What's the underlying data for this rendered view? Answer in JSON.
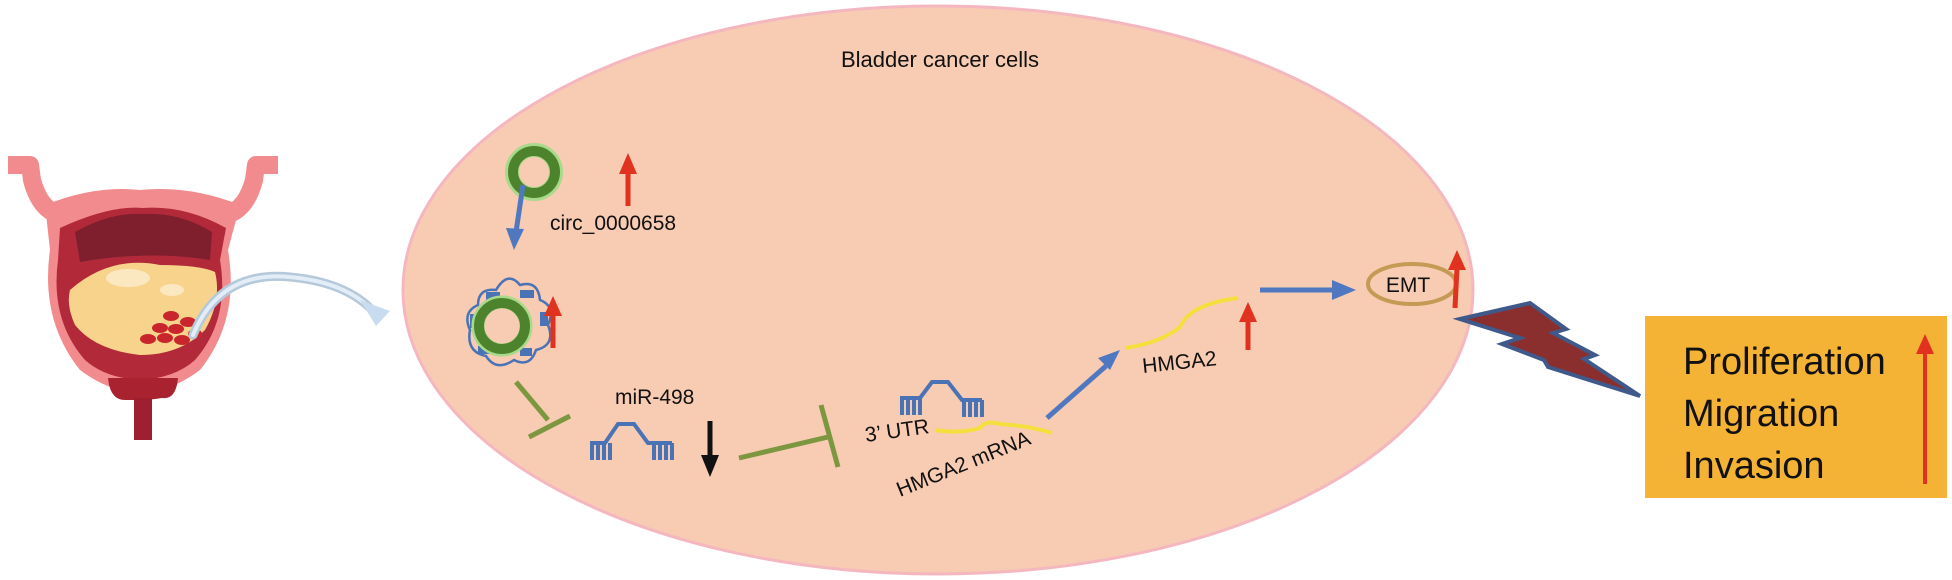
{
  "title": "Bladder cancer cells",
  "nodes": {
    "circ_label": "circ_0000658",
    "mir_label": "miR-498",
    "utr_label": "3’ UTR",
    "mrna_label": "HMGA2 mRNA",
    "protein_label": "HMGA2",
    "emt_label": "EMT"
  },
  "outcomes": {
    "items": [
      "Proliferation",
      "Migration",
      "Invasion"
    ],
    "direction": "up"
  },
  "regulation": {
    "circ_0000658": "up",
    "circ_sponge_complex": "up",
    "miR-498": "down",
    "HMGA2": "up",
    "EMT": "up"
  },
  "colors": {
    "cell_fill": "#f8cbb3",
    "cell_border": "#f4b7c0",
    "circ_ring": "#4e832e",
    "circ_ring_glow": "#a9d98a",
    "activation_arrow": "#4f78c0",
    "inhibition_line": "#7d9640",
    "up_arrow": "#e0321f",
    "down_arrow": "#111111",
    "mirna": "#4a73b5",
    "mrna_strand": "#f3e03f",
    "emt_ellipse": "#c49a55",
    "lightning_fill": "#8b2e2e",
    "lightning_border": "#3f5a8a",
    "outcome_box": "#f5b335",
    "transfer_arrow": "#c9dbee"
  }
}
